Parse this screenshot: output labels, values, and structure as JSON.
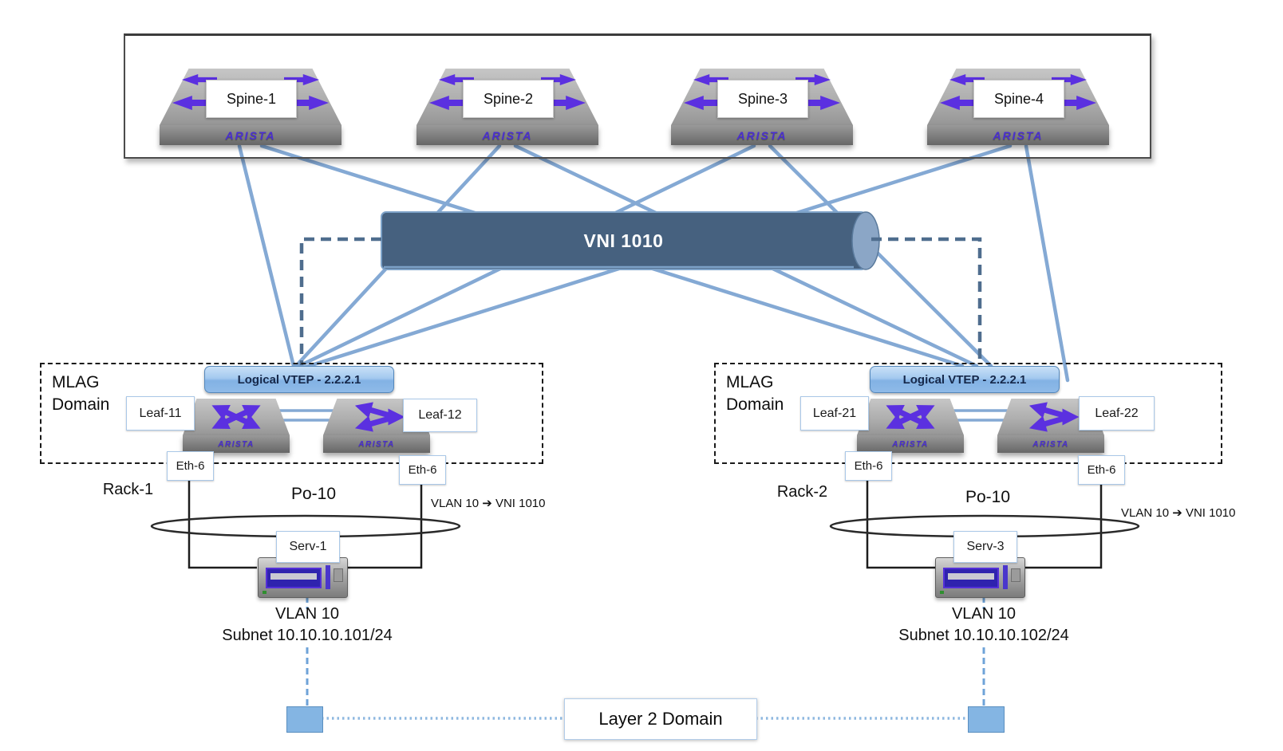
{
  "brand": "ARISTA",
  "colors": {
    "vni_pipe_fill": "#46617f",
    "vni_pipe_edge": "#7da2c8",
    "link_blue": "#84a9d4",
    "dashed_connector": "#4f6d8e",
    "accent_purple": "#5b30e0",
    "label_border_blue": "#aac8e8",
    "layer2_square_fill": "#84b5e3"
  },
  "spine_panel": {
    "spines": [
      {
        "label": "Spine-1"
      },
      {
        "label": "Spine-2"
      },
      {
        "label": "Spine-3"
      },
      {
        "label": "Spine-4"
      }
    ]
  },
  "vni_tunnel": {
    "label": "VNI 1010"
  },
  "racks": [
    {
      "domain_label": "MLAG Domain",
      "vtep_label": "Logical VTEP - 2.2.2.1",
      "leaves": [
        {
          "label": "Leaf-11"
        },
        {
          "label": "Leaf-12"
        }
      ],
      "ports": [
        {
          "label": "Eth-6"
        },
        {
          "label": "Eth-6"
        }
      ],
      "rack_label": "Rack-1",
      "port_channel_label": "Po-10",
      "vlan_mapping_label": "VLAN 10 ➔ VNI 1010",
      "server_label": "Serv-1",
      "vlan_label": "VLAN 10",
      "subnet_label": "Subnet 10.10.10.101/24"
    },
    {
      "domain_label": "MLAG Domain",
      "vtep_label": "Logical VTEP - 2.2.2.1",
      "leaves": [
        {
          "label": "Leaf-21"
        },
        {
          "label": "Leaf-22"
        }
      ],
      "ports": [
        {
          "label": "Eth-6"
        },
        {
          "label": "Eth-6"
        }
      ],
      "rack_label": "Rack-2",
      "port_channel_label": "Po-10",
      "vlan_mapping_label": "VLAN 10 ➔ VNI 1010",
      "server_label": "Serv-3",
      "vlan_label": "VLAN 10",
      "subnet_label": "Subnet 10.10.10.102/24"
    }
  ],
  "layer2_domain": {
    "label": "Layer 2 Domain"
  }
}
